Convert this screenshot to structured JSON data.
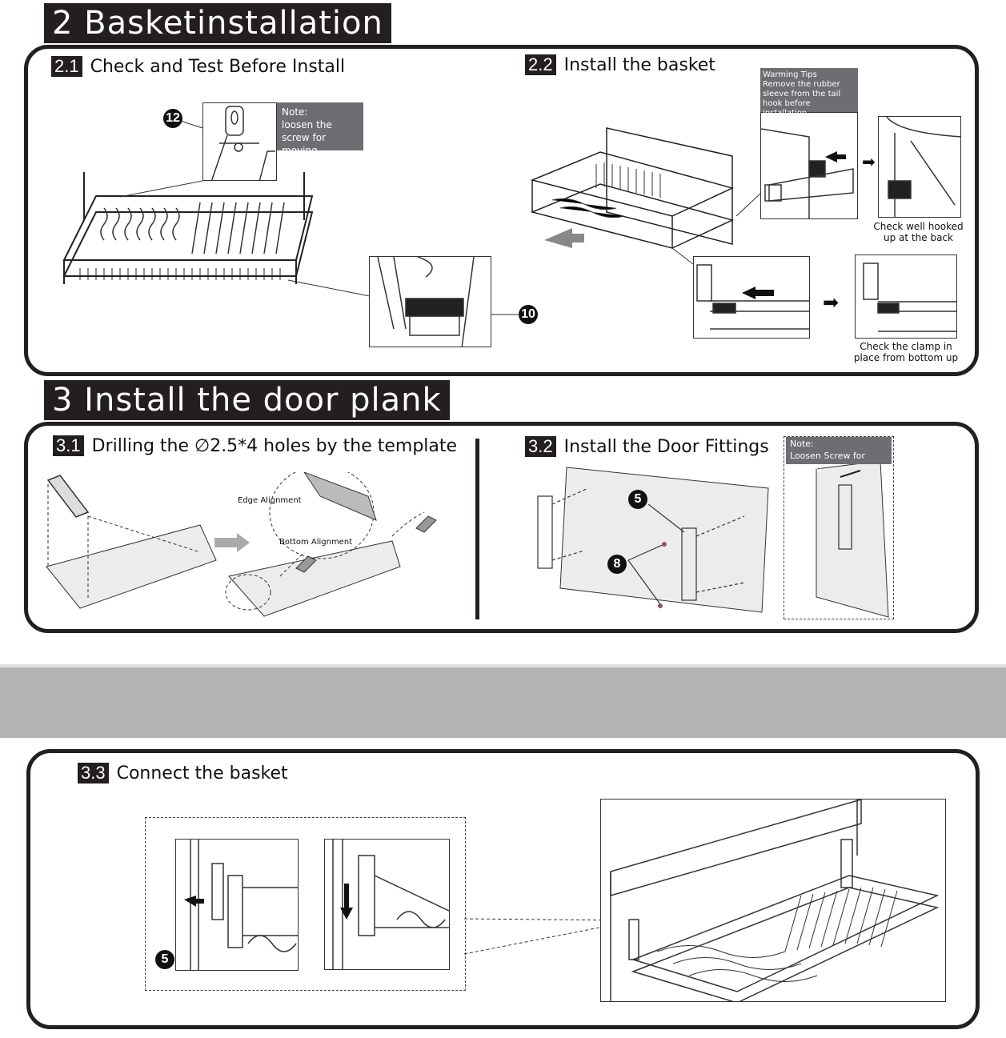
{
  "sec2": {
    "title": "2  Basketinstallation",
    "s21": {
      "num": "2.1",
      "label": "Check and Test Before Install"
    },
    "s22": {
      "num": "2.2",
      "label": "Install the basket"
    },
    "note1": {
      "head": "Note:",
      "body": "loosen the screw for moving"
    },
    "badge12": "12",
    "badge10": "10",
    "warning": {
      "head": "Warming Tips",
      "body": "Remove the rubber sleeve from the tail hook before installation"
    },
    "cap_hook": "Check well hooked up at the back",
    "cap_clamp": "Check the clamp in place from bottom up"
  },
  "sec3": {
    "title": "3  Install the door plank",
    "s31": {
      "num": "3.1",
      "label": "Drilling the ∅2.5*4 holes by the template"
    },
    "s32": {
      "num": "3.2",
      "label": "Install the Door Fittings"
    },
    "edge_label": "Edge Alignment",
    "bottom_label": "Bottom Alignment",
    "note2": {
      "head": "Note:",
      "body": "Loosen Screw for Moving"
    },
    "badge5": "5",
    "badge8": "8"
  },
  "sec33": {
    "num": "3.3",
    "label": "Connect the basket",
    "badge5": "5"
  },
  "colors": {
    "dark": "#231f20",
    "note_gray": "#6d6e71",
    "band_gray": "#b3b3b3"
  }
}
